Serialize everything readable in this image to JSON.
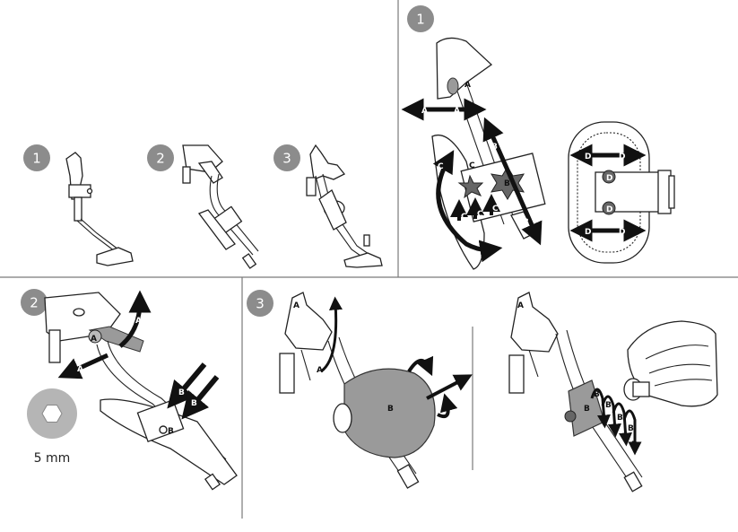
{
  "overview": {
    "steps": [
      "1",
      "2",
      "3"
    ]
  },
  "detail_step1": {
    "number": "1",
    "labels": {
      "a": "A",
      "b": "B",
      "c": "C",
      "d": "D"
    }
  },
  "detail_step2": {
    "number": "2",
    "labels": {
      "a": "A",
      "b": "B"
    },
    "tool_caption": "5 mm"
  },
  "detail_step3": {
    "number": "3",
    "labels": {
      "a": "A",
      "b": "B"
    }
  },
  "colors": {
    "badge": "#8c8c8c",
    "arrow": "#111111",
    "divider": "#7a7a7a"
  }
}
